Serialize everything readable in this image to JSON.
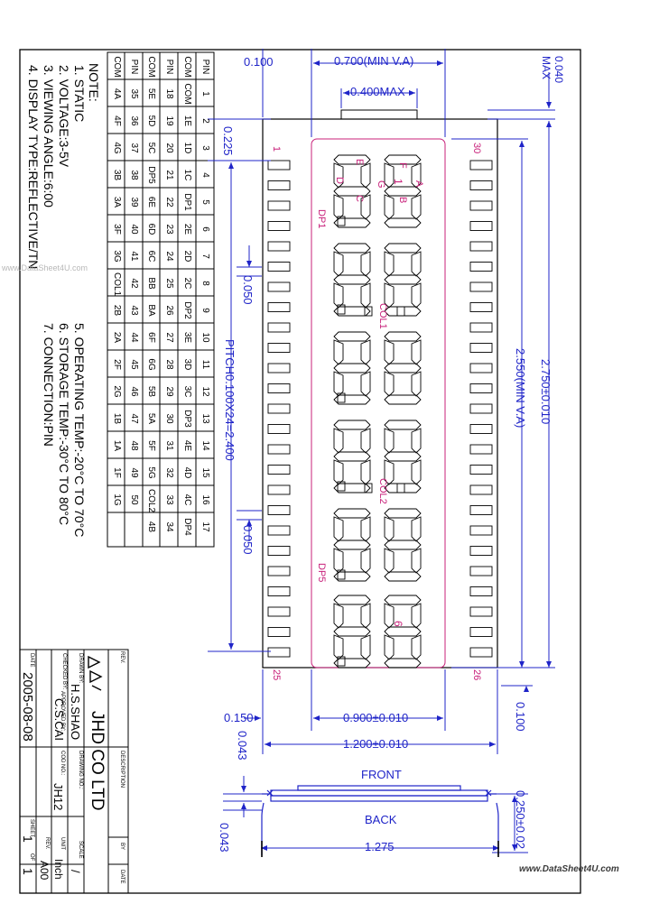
{
  "notes": {
    "heading": "NOTE:",
    "items": [
      "1. STATIC",
      "2. VOLTAGE:3-5V",
      "3. VIEWING ANGLE:6:00",
      "4. DISPLAY TYPE:REFLECTIVE/TN",
      "5. OPERATING TEMP:-20°C TO 70°C",
      "6. STORAGE TEMP:-30°C TO 80°C",
      "7. CONNECTION:PIN"
    ]
  },
  "pin_table": {
    "rows": [
      [
        "PIN",
        "1",
        "2",
        "3",
        "4",
        "5",
        "6",
        "7",
        "8",
        "9",
        "10",
        "11",
        "12",
        "13",
        "14",
        "15",
        "16",
        "17"
      ],
      [
        "COM",
        "COM",
        "1E",
        "1D",
        "1C",
        "DP1",
        "2E",
        "2D",
        "2C",
        "DP2",
        "3E",
        "3D",
        "3C",
        "DP3",
        "4E",
        "4D",
        "4C",
        "DP4"
      ],
      [
        "PIN",
        "18",
        "19",
        "20",
        "21",
        "22",
        "23",
        "24",
        "25",
        "26",
        "27",
        "28",
        "29",
        "30",
        "31",
        "32",
        "33",
        "34"
      ],
      [
        "COM",
        "5E",
        "5D",
        "5C",
        "DP5",
        "6E",
        "6D",
        "6C",
        "BB",
        "BA",
        "6F",
        "6G",
        "5B",
        "5A",
        "5F",
        "5G",
        "COL2",
        "4B"
      ],
      [
        "PIN",
        "35",
        "36",
        "37",
        "38",
        "39",
        "40",
        "41",
        "42",
        "43",
        "44",
        "45",
        "46",
        "47",
        "48",
        "49",
        "50",
        ""
      ],
      [
        "COM",
        "4A",
        "4F",
        "4G",
        "3B",
        "3A",
        "3F",
        "3G",
        "COL1",
        "2B",
        "2A",
        "2F",
        "2G",
        "1B",
        "1A",
        "1F",
        "1G",
        ""
      ]
    ]
  },
  "dimensions": {
    "top_left_offset": "0.100",
    "min_va_width": "0.700(MIN V.A)",
    "max_width": "0.400MAX",
    "max_thick": "0.040",
    "max_label": "MAX",
    "overall_height": "2.750±0.010",
    "va_height": "2.550(MIN V.A)",
    "pin_offset": "0.225",
    "pitch": "PITCH0.100X24=2.400",
    "pin_gap_top": "0.050",
    "pin_gap_bottom": "0.050",
    "bottom_left": "0.150",
    "va_width": "0.900±0.010",
    "overall_width": "1.200±0.010",
    "bottom_right": "0.100",
    "front_gap": "0.043",
    "back_gap": "0.043",
    "glass_thick": "0.250±0.02",
    "pin_span": "1.275",
    "front_label": "FRONT",
    "back_label": "BACK"
  },
  "display": {
    "pin_first": "1",
    "pin_top_right": "30",
    "pin_bottom_left": "25",
    "pin_bottom_right": "26",
    "seg_E": "E",
    "seg_F": "F",
    "seg_A": "A",
    "seg_G": "G",
    "seg_D": "D",
    "seg_C": "C",
    "seg_B": "B",
    "digit_1": "1",
    "digit_6": "6",
    "dp1": "DP1",
    "col1": "COL1",
    "col2": "COL2",
    "dp5": "DP5"
  },
  "title_block": {
    "rev_label": "REV.",
    "description_label": "DESCRIPTION",
    "by_label": "BY",
    "date_label": "DATE",
    "company": "JHD  CO  LTD",
    "drawn_label": "DRAWN BY:",
    "drawn_by": "H.S.SHAO",
    "checked_label": "CHECKED BY:",
    "approved_label": "APPROVED BY:",
    "approved_by": "C.S.CAI",
    "drawing_no_label": "DRAWING NO.:",
    "date_field_label": "DATE",
    "date_value": "2005-08-08",
    "cod_label": "COD NO.:",
    "cod_value": "JH12",
    "sheet_label": "SHEET",
    "sheet_value": "1",
    "of_label": "OF",
    "of_value": "1",
    "scale_label": "SCALE",
    "scale_value": "/",
    "unit_label": "UNIT",
    "unit_value": "Inch",
    "rev_field_label": "REV.",
    "rev_value": "A00"
  },
  "watermarks": {
    "left": "www.DataSheet4U.com",
    "bottom": "www.DataSheet4U.com"
  },
  "colors": {
    "dim_blue": "#1f24c8",
    "label_magenta": "#c8207a",
    "line_black": "#000000"
  }
}
